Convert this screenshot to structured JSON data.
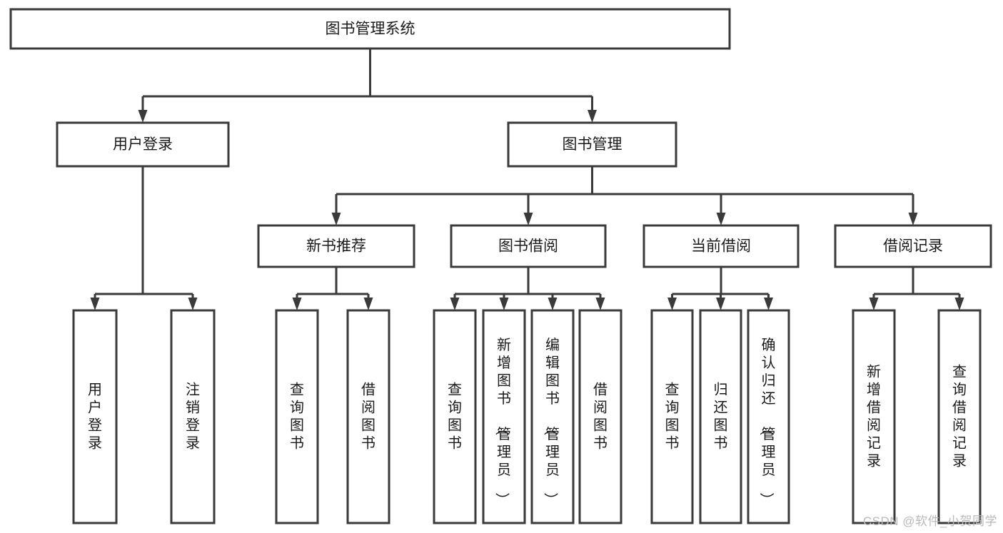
{
  "diagram": {
    "type": "tree",
    "title": "图书管理系统",
    "orientation": "top-down",
    "background_color": "#ffffff",
    "line_color": "#3a3a3a",
    "text_color": "#1a1a1a",
    "root": {
      "label": "图书管理系统",
      "level": 0,
      "text_orientation": "horizontal"
    },
    "level1": [
      {
        "label": "用户登录",
        "text_orientation": "horizontal"
      },
      {
        "label": "图书管理",
        "text_orientation": "horizontal"
      }
    ],
    "level2": [
      {
        "label": "新书推荐",
        "parent": "图书管理",
        "text_orientation": "horizontal"
      },
      {
        "label": "图书借阅",
        "parent": "图书管理",
        "text_orientation": "horizontal"
      },
      {
        "label": "当前借阅",
        "parent": "图书管理",
        "text_orientation": "horizontal"
      },
      {
        "label": "借阅记录",
        "parent": "图书管理",
        "text_orientation": "horizontal"
      }
    ],
    "leaves": {
      "user_login": [
        {
          "label": "用户登录",
          "text_orientation": "vertical"
        },
        {
          "label": "注销登录",
          "text_orientation": "vertical"
        }
      ],
      "new_book_recommend": [
        {
          "label": "查询图书",
          "text_orientation": "vertical"
        },
        {
          "label": "借阅图书",
          "text_orientation": "vertical"
        }
      ],
      "book_borrow": [
        {
          "label": "查询图书",
          "text_orientation": "vertical"
        },
        {
          "label": "新增图书（管理员）",
          "text_orientation": "vertical"
        },
        {
          "label": "编辑图书（管理员）",
          "text_orientation": "vertical"
        },
        {
          "label": "借阅图书",
          "text_orientation": "vertical"
        }
      ],
      "current_borrow": [
        {
          "label": "查询图书",
          "text_orientation": "vertical"
        },
        {
          "label": "归还图书",
          "text_orientation": "vertical"
        },
        {
          "label": "确认归还（管理员）",
          "text_orientation": "vertical"
        }
      ],
      "borrow_record": [
        {
          "label": "新增借阅记录",
          "text_orientation": "vertical"
        },
        {
          "label": "查询借阅记录",
          "text_orientation": "vertical"
        }
      ]
    }
  },
  "watermark": {
    "text": "CSDN @软件_小贺同学"
  }
}
